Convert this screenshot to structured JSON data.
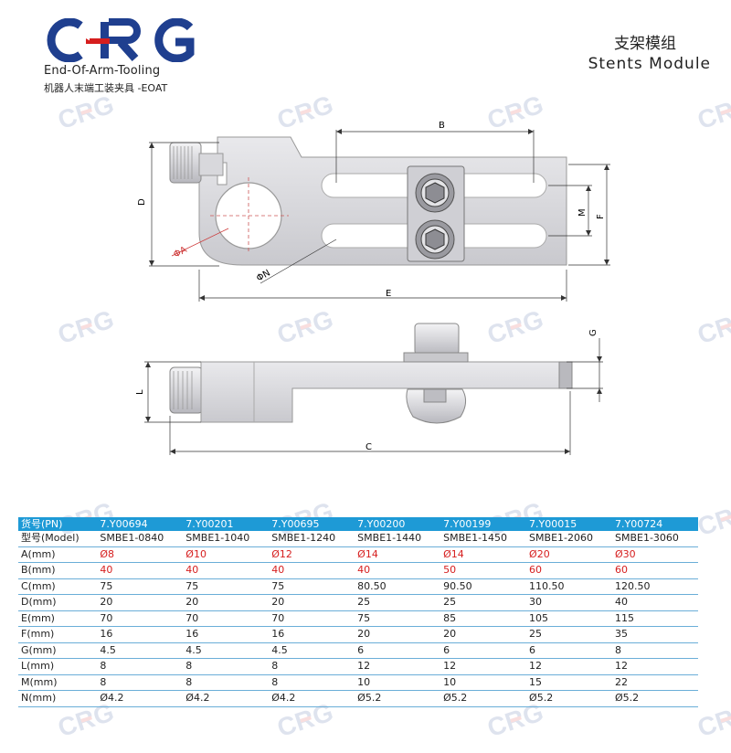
{
  "brand": {
    "tagline": "End-Of-Arm-Tooling",
    "subtitle": "机器人末端工装夹具 -EOAT"
  },
  "heading": {
    "title_cn": "支架模组",
    "title_en": "Stents Module"
  },
  "drawing_labels": {
    "B": "B",
    "D": "D",
    "M": "M",
    "F": "F",
    "A": "ΦA",
    "N": "ΦN",
    "E": "E",
    "G": "G",
    "L": "L",
    "C": "C"
  },
  "table": {
    "header_label": "货号(PN)",
    "part_numbers": [
      "7.Y00694",
      "7.Y00201",
      "7.Y00695",
      "7.Y00200",
      "7.Y00199",
      "7.Y00015",
      "7.Y00724"
    ],
    "model_label": "型号(Model)",
    "models": [
      "SMBE1-0840",
      "SMBE1-1040",
      "SMBE1-1240",
      "SMBE1-1440",
      "SMBE1-1450",
      "SMBE1-2060",
      "SMBE1-3060"
    ],
    "rows": [
      {
        "label": "A(mm)",
        "values": [
          "Ø8",
          "Ø10",
          "Ø12",
          "Ø14",
          "Ø14",
          "Ø20",
          "Ø30"
        ],
        "highlight": true
      },
      {
        "label": "B(mm)",
        "values": [
          "40",
          "40",
          "40",
          "40",
          "50",
          "60",
          "60"
        ],
        "highlight": true
      },
      {
        "label": "C(mm)",
        "values": [
          "75",
          "75",
          "75",
          "80.50",
          "90.50",
          "110.50",
          "120.50"
        ],
        "highlight": false
      },
      {
        "label": "D(mm)",
        "values": [
          "20",
          "20",
          "20",
          "25",
          "25",
          "30",
          "40"
        ],
        "highlight": false
      },
      {
        "label": "E(mm)",
        "values": [
          "70",
          "70",
          "70",
          "75",
          "85",
          "105",
          "115"
        ],
        "highlight": false
      },
      {
        "label": "F(mm)",
        "values": [
          "16",
          "16",
          "16",
          "20",
          "20",
          "25",
          "35"
        ],
        "highlight": false
      },
      {
        "label": "G(mm)",
        "values": [
          "4.5",
          "4.5",
          "4.5",
          "6",
          "6",
          "6",
          "8"
        ],
        "highlight": false
      },
      {
        "label": "L(mm)",
        "values": [
          "8",
          "8",
          "8",
          "12",
          "12",
          "12",
          "12"
        ],
        "highlight": false
      },
      {
        "label": "M(mm)",
        "values": [
          "8",
          "8",
          "8",
          "10",
          "10",
          "15",
          "22"
        ],
        "highlight": false
      },
      {
        "label": "N(mm)",
        "values": [
          "Ø4.2",
          "Ø4.2",
          "Ø4.2",
          "Ø5.2",
          "Ø5.2",
          "Ø5.2",
          "Ø5.2"
        ],
        "highlight": false
      }
    ]
  },
  "colors": {
    "brand_blue": "#1f3f8f",
    "brand_red": "#d61e1e",
    "header_blue": "#1e9ad6",
    "highlight_red": "#d61e1e"
  }
}
